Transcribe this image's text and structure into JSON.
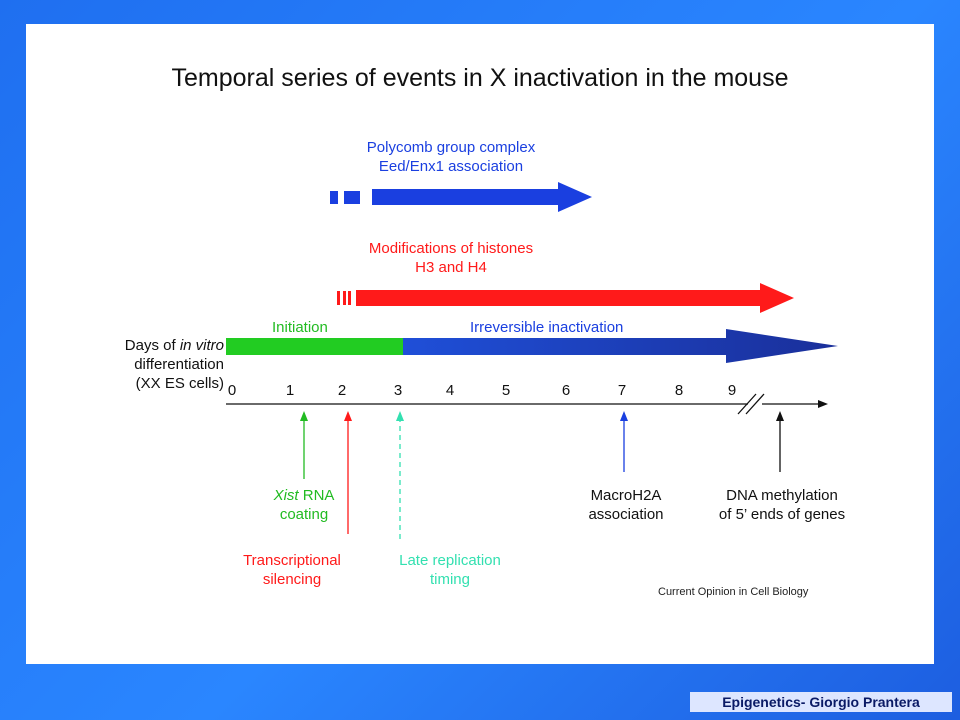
{
  "title": "Temporal series of events in X inactivation in the mouse",
  "polycomb": {
    "line1": "Polycomb group complex",
    "line2": "Eed/Enx1 association",
    "color": "#1a3fe0"
  },
  "histones": {
    "line1": "Modifications of histones",
    "line2": "H3 and H4",
    "color": "#ff1a1a"
  },
  "phases": {
    "initiation": "Initiation",
    "irreversible": "Irreversible inactivation"
  },
  "axis": {
    "label_pre": "Days of ",
    "label_em": "in vitro",
    "label_line2": "differentiation",
    "label_line3": "(XX ES cells)",
    "ticks": [
      "0",
      "1",
      "2",
      "3",
      "4",
      "5",
      "6",
      "7",
      "8",
      "9"
    ]
  },
  "events": {
    "xist_em": "Xist",
    "xist_rest": " RNA",
    "xist_line2": "coating",
    "silencing_line1": "Transcriptional",
    "silencing_line2": "silencing",
    "late_line1": "Late replication",
    "late_line2": "timing",
    "macro_line1": "MacroH2A",
    "macro_line2": "association",
    "dna_line1": "DNA methylation",
    "dna_line2": "of 5’ ends of genes"
  },
  "credit": "Current Opinion in Cell Biology",
  "footer": "Epigenetics- Giorgio Prantera",
  "colors": {
    "background": "#2a86ff",
    "green_bar": "#22cc22",
    "blue_bar": "#1a3fe0",
    "red_bar": "#ff1a1a",
    "cyan_arrow": "#33e0b0"
  }
}
